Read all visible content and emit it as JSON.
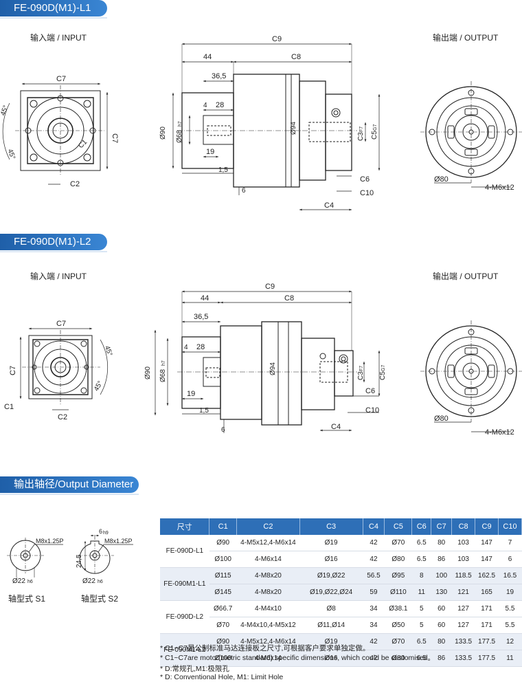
{
  "sections": {
    "l1_title": "FE-090D(M1)-L1",
    "l2_title": "FE-090D(M1)-L2",
    "output_title": "输出轴径/Output Diameter"
  },
  "views": {
    "input_label": "输入端 / INPUT",
    "output_label": "输出端 / OUTPUT"
  },
  "dims": {
    "c9": "C9",
    "c8": "C8",
    "c7": "C7",
    "c6": "C6",
    "c4": "C4",
    "c10": "C10",
    "c2": "C2",
    "c1": "C1",
    "c3": "C3",
    "c3_tol": "F7",
    "c5": "C5",
    "c5_tol": "G7",
    "d44": "44",
    "d36": "36,5",
    "d28": "28",
    "d4": "4",
    "d19": "19",
    "d15": "1,5",
    "d6": "6",
    "dia90": "Ø90",
    "dia68": "Ø68",
    "dia68_tol": "h7",
    "dia94": "Ø94",
    "dia80": "Ø80",
    "ang45": "45°",
    "holes": "4-M6x12"
  },
  "shaft": {
    "s1_label": "轴型式 S1",
    "s2_label": "轴型式 S2",
    "thread": "M8x1.25P",
    "dia22": "Ø22",
    "dia22_tol": "h6",
    "key6": "6",
    "key6_tol": "h9",
    "h245": "24,5"
  },
  "table": {
    "headers": [
      "尺寸",
      "C1",
      "C2",
      "C3",
      "C4",
      "C5",
      "C6",
      "C7",
      "C8",
      "C9",
      "C10"
    ],
    "groups": [
      {
        "model": "FE-090D-L1",
        "rows": [
          [
            "Ø90",
            "4-M5x12,4-M6x14",
            "Ø19",
            "42",
            "Ø70",
            "6.5",
            "80",
            "103",
            "147",
            "7"
          ],
          [
            "Ø100",
            "4-M6x14",
            "Ø16",
            "42",
            "Ø80",
            "6.5",
            "86",
            "103",
            "147",
            "6"
          ]
        ]
      },
      {
        "model": "FE-090M1-L1",
        "rows": [
          [
            "Ø115",
            "4-M8x20",
            "Ø19,Ø22",
            "56.5",
            "Ø95",
            "8",
            "100",
            "118.5",
            "162.5",
            "16.5"
          ],
          [
            "Ø145",
            "4-M8x20",
            "Ø19,Ø22,Ø24",
            "59",
            "Ø110",
            "11",
            "130",
            "121",
            "165",
            "19"
          ]
        ]
      },
      {
        "model": "FE-090D-L2",
        "rows": [
          [
            "Ø66.7",
            "4-M4x10",
            "Ø8",
            "34",
            "Ø38.1",
            "5",
            "60",
            "127",
            "171",
            "5.5"
          ],
          [
            "Ø70",
            "4-M4x10,4-M5x12",
            "Ø11,Ø14",
            "34",
            "Ø50",
            "5",
            "60",
            "127",
            "171",
            "5.5"
          ]
        ]
      },
      {
        "model": "FE-090M1-L2",
        "rows": [
          [
            "Ø90",
            "4-M5x12,4-M6x14",
            "Ø19",
            "42",
            "Ø70",
            "6.5",
            "80",
            "133.5",
            "177.5",
            "12"
          ],
          [
            "Ø100",
            "4-M6x14",
            "Ø16",
            "42",
            "Ø80",
            "6.5",
            "86",
            "133.5",
            "177.5",
            "11"
          ]
        ]
      }
    ]
  },
  "notes": [
    "* C1~C7是公制标准马达连接板之尺寸,可根据客户要求单独定做。",
    "* C1~C7are motor(metric standard)  specific dimensions, which could be customised。",
    "* D:常规孔,M1:极限孔",
    "* D: Conventional Hole, M1: Limit Hole"
  ]
}
